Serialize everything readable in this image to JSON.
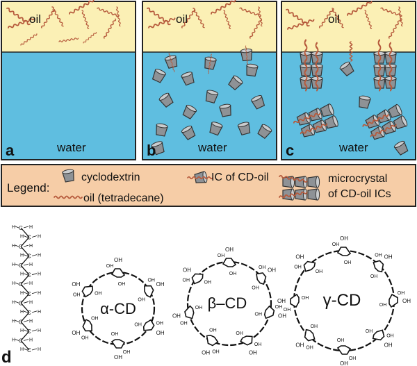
{
  "panels": [
    {
      "letter": "a",
      "oil_label": "oil",
      "water_label": "water"
    },
    {
      "letter": "b",
      "oil_label": "oil",
      "water_label": "water"
    },
    {
      "letter": "c",
      "oil_label": "oil",
      "water_label": "water"
    }
  ],
  "legend": {
    "title": "Legend:",
    "cyclodextrin": "cyclodextrin",
    "oil": "oil (tetradecane)",
    "ic": "IC of CD-oil",
    "microcrystal_line1": "microcrystal",
    "microcrystal_line2": "of CD-oil ICs"
  },
  "bottom": {
    "letter": "d",
    "rings": [
      {
        "label": "α-CD"
      },
      {
        "label": "β–CD"
      },
      {
        "label": "γ-CD"
      }
    ],
    "oh_label": "OH",
    "h_label": "H",
    "c_label": "C"
  },
  "colors": {
    "oil": "#fbf0b5",
    "water": "#5fbee0",
    "legend_bg": "#f6cda7",
    "chain": "#b65a3c",
    "cup_fill": "#8e9296",
    "cup_top": "#c9ccce",
    "outline": "#333333"
  }
}
